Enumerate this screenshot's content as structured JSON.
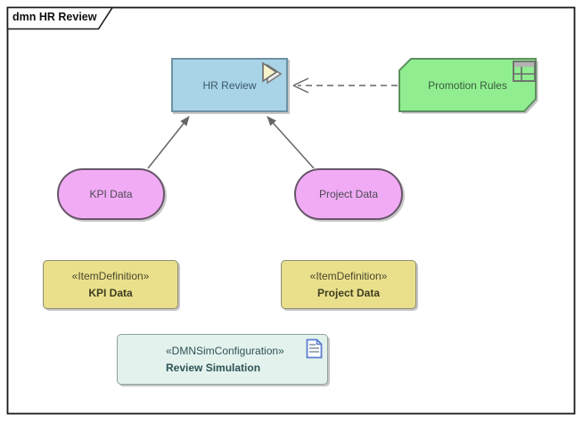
{
  "frame": {
    "title": "dmn HR Review"
  },
  "nodes": {
    "decision": {
      "label": "HR Review",
      "type": "decision",
      "fill": "#A9D4E7",
      "border": "#6D92A3",
      "icon": "drill-down-icon"
    },
    "bkm": {
      "label": "Promotion Rules",
      "type": "business-knowledge-model",
      "fill": "#90EE90",
      "border": "#5E8F5E",
      "icon": "decision-table-icon"
    },
    "input_kpi": {
      "label": "KPI Data",
      "type": "input-data",
      "fill": "#F1ABF4",
      "border": "#675669"
    },
    "input_project": {
      "label": "Project Data",
      "type": "input-data",
      "fill": "#F1ABF4",
      "border": "#675669"
    },
    "itemdef_kpi": {
      "stereotype": "«ItemDefinition»",
      "name": "KPI Data",
      "fill": "#EAE08C"
    },
    "itemdef_project": {
      "stereotype": "«ItemDefinition»",
      "name": "Project Data",
      "fill": "#EAE08C"
    },
    "simconfig": {
      "stereotype": "«DMNSimConfiguration»",
      "name": "Review Simulation",
      "fill": "#E3F2EC",
      "icon": "document-icon"
    }
  },
  "connectors": [
    {
      "from": "KPI Data",
      "to": "HR Review",
      "style": "solid",
      "arrow": "filled"
    },
    {
      "from": "Project Data",
      "to": "HR Review",
      "style": "solid",
      "arrow": "filled"
    },
    {
      "from": "Promotion Rules",
      "to": "HR Review",
      "style": "dashed",
      "arrow": "open"
    }
  ],
  "colors": {
    "connector": "#666666",
    "frame_border": "#1A1A1A",
    "shadow": "#C6C6C6"
  }
}
